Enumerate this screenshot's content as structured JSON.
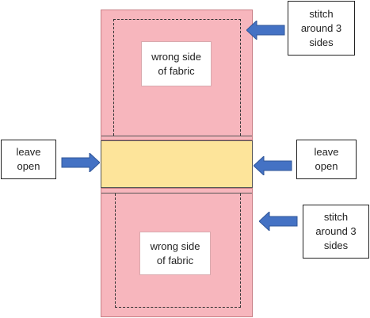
{
  "panels": {
    "top_label": "wrong side\nof fabric",
    "bottom_label": "wrong side\nof fabric"
  },
  "callouts": {
    "top_right": "stitch\naround 3\nsides",
    "middle_left": "leave\nopen",
    "middle_right": "leave\nopen",
    "bottom_right": "stitch\naround 3\nsides"
  },
  "colors": {
    "fabric_pink": "#f7b6bd",
    "band_yellow": "#fde49a",
    "arrow_blue": "#4472c4"
  }
}
